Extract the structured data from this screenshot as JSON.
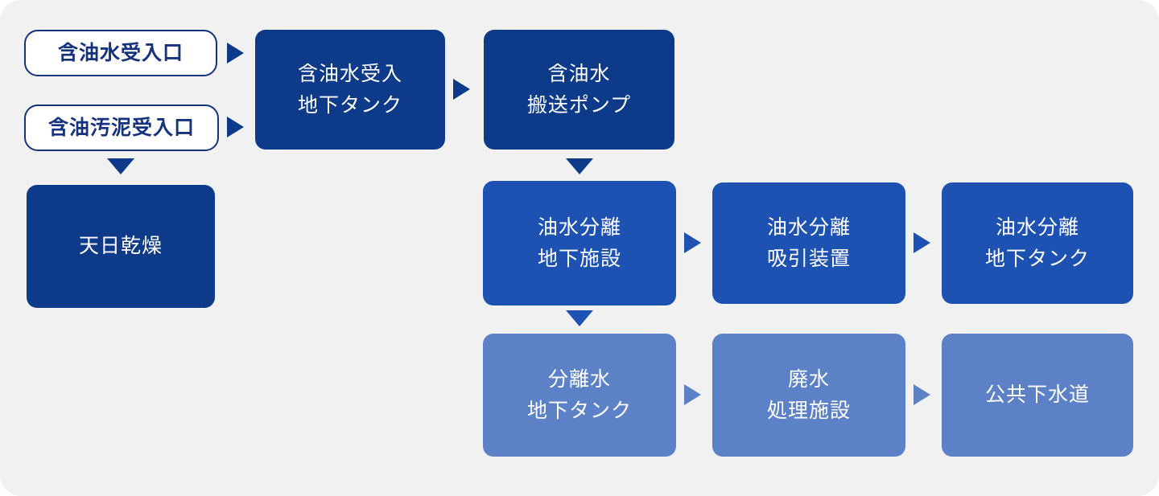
{
  "colors": {
    "background": "#f1f1f2",
    "dark_navy": "#0e3a8a",
    "medium_blue": "#1e52b2",
    "light_blue": "#5d81c6",
    "outline_navy": "#14327d",
    "white": "#ffffff"
  },
  "nodes": {
    "oily_water_inlet": {
      "label": "含油水受入口"
    },
    "oily_sludge_inlet": {
      "label": "含油汚泥受入口"
    },
    "oily_water_receiving_tank": {
      "label": "含油水受入\n地下タンク"
    },
    "oily_water_transfer_pump": {
      "label": "含油水\n搬送ポンプ"
    },
    "sun_drying": {
      "label": "天日乾燥"
    },
    "oil_water_separation_facility": {
      "label": "油水分離\n地下施設"
    },
    "oil_water_separation_suction_device": {
      "label": "油水分離\n吸引装置"
    },
    "oil_water_separation_tank": {
      "label": "油水分離\n地下タンク"
    },
    "separated_water_tank": {
      "label": "分離水\n地下タンク"
    },
    "wastewater_treatment_facility": {
      "label": "廃水\n処理施設"
    },
    "public_sewer": {
      "label": "公共下水道"
    }
  }
}
